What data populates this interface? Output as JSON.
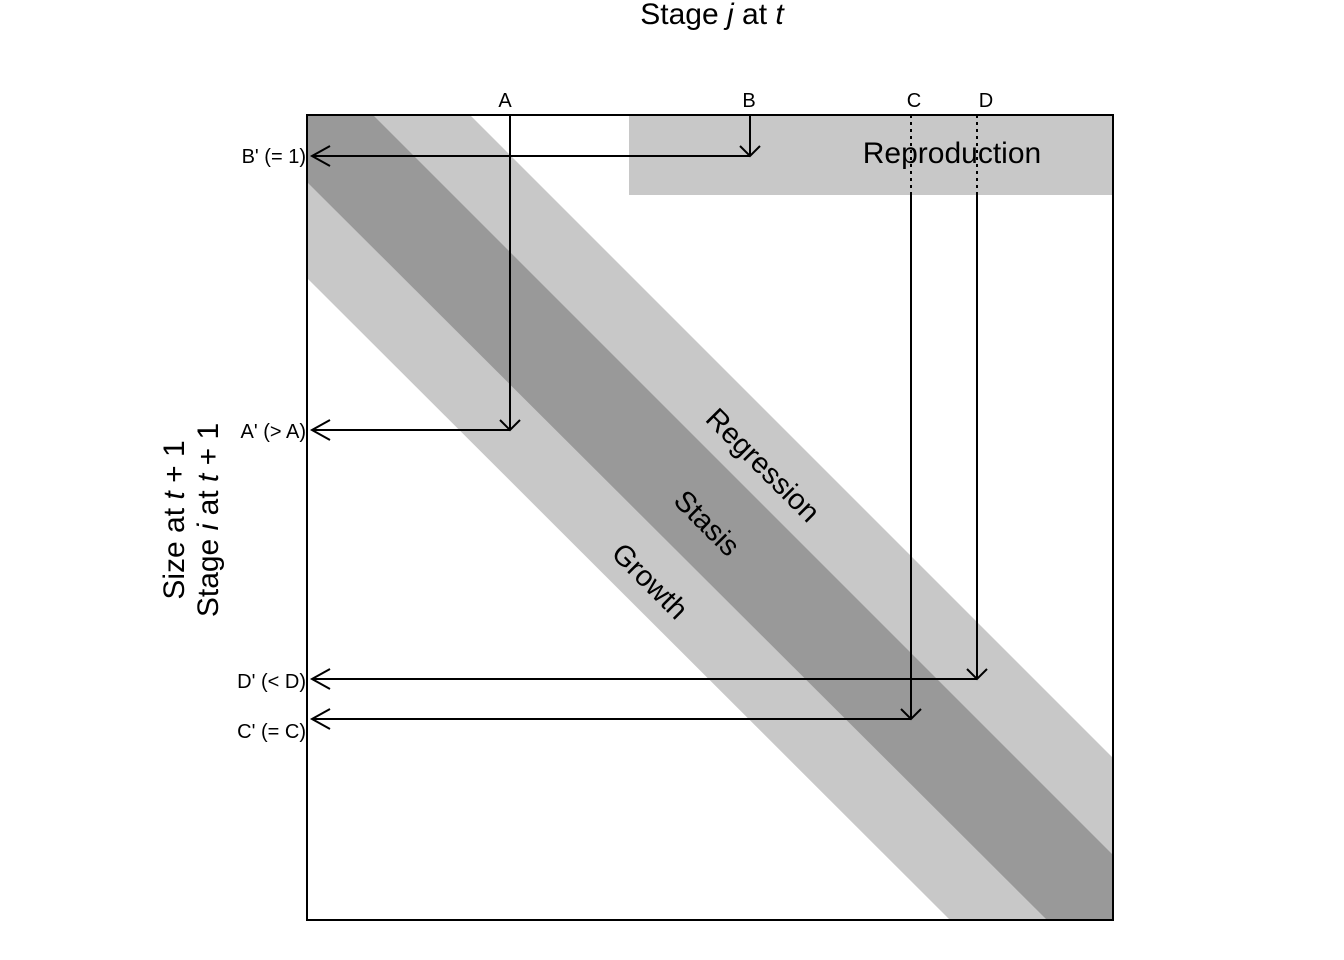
{
  "top_title": {
    "prefix": "Stage ",
    "var": "j",
    "suffix": " at ",
    "time": "t"
  },
  "left_title": {
    "line1": {
      "prefix": "Size at ",
      "var": "t",
      "suffix": " + 1"
    },
    "line2": {
      "prefix": "Stage ",
      "var": "i",
      "mid": " at ",
      "var2": "t",
      "suffix": " + 1"
    }
  },
  "column_labels": [
    "A",
    "B",
    "C",
    "D"
  ],
  "row_labels": [
    "B' (= 1)",
    "A' (> A)",
    "D' (< D)",
    "C' (= C)"
  ],
  "regions": {
    "reproduction": "Reproduction",
    "regression": "Regression",
    "stasis": "Stasis",
    "growth": "Growth"
  },
  "colors": {
    "light_band": "#c8c8c8",
    "dark_band": "#999999",
    "line": "#000000",
    "background": "#ffffff"
  }
}
